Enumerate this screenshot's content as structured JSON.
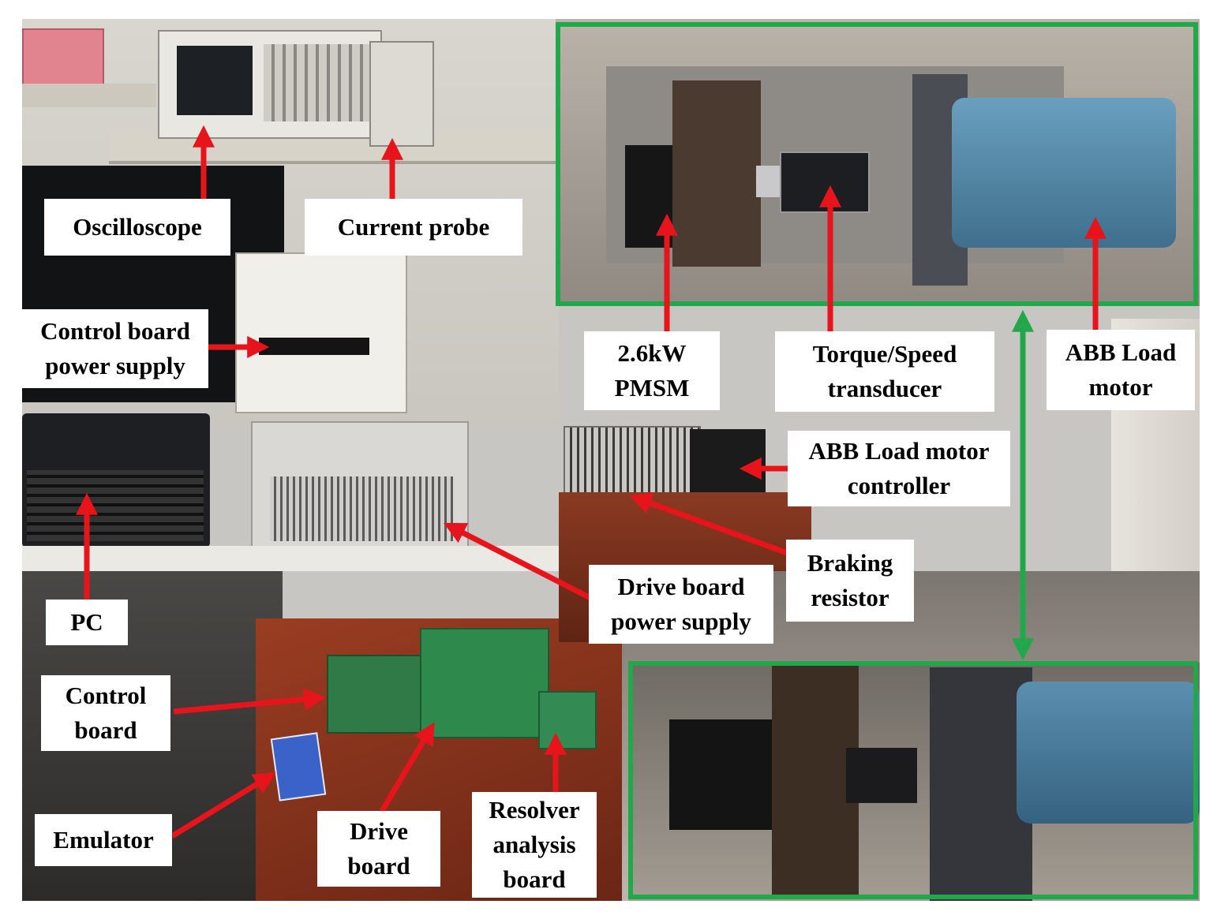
{
  "labels": {
    "oscilloscope": "Oscilloscope",
    "current_probe": "Current probe",
    "control_board_power_supply": [
      "Control board",
      "power supply"
    ],
    "pc": "PC",
    "control_board": [
      "Control",
      "board"
    ],
    "emulator": "Emulator",
    "drive_board": [
      "Drive",
      "board"
    ],
    "resolver_analysis_board": [
      "Resolver",
      "analysis",
      "board"
    ],
    "drive_board_power_supply": [
      "Drive board",
      "power supply"
    ],
    "braking_resistor": [
      "Braking",
      "resistor"
    ],
    "abb_load_motor_controller": [
      "ABB Load motor",
      "controller"
    ],
    "pmsm": [
      "2.6kW",
      "PMSM"
    ],
    "torque_speed_transducer": [
      "Torque/Speed",
      "transducer"
    ],
    "abb_load_motor": [
      "ABB Load",
      "motor"
    ]
  },
  "colors": {
    "arrow": "#e8141b",
    "frame": "#22a84a",
    "label_bg": "#ffffff",
    "label_text": "#000000"
  }
}
